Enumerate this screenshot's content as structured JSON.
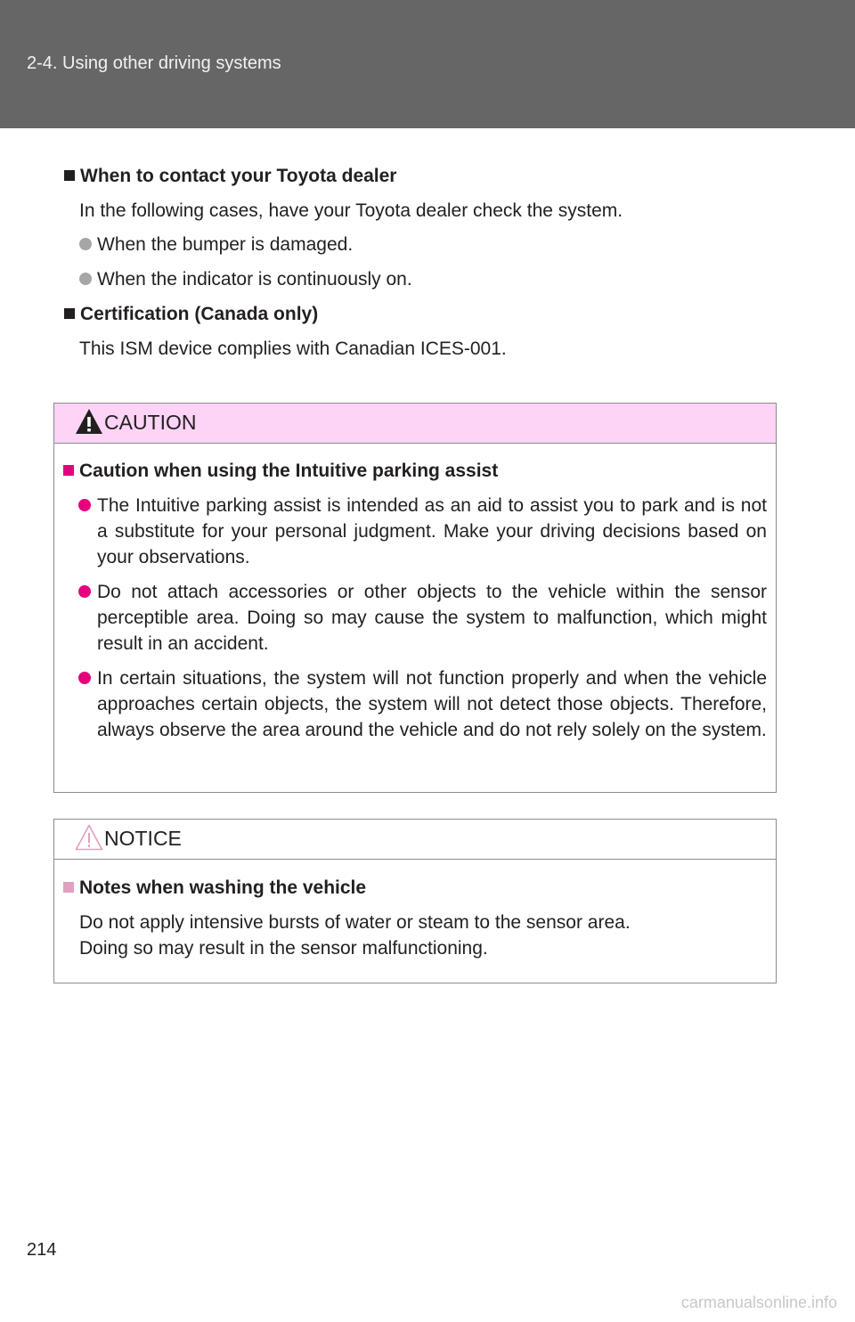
{
  "header": {
    "section_title": "2-4. Using other driving systems"
  },
  "sections": {
    "contact": {
      "heading": "When to contact your Toyota dealer",
      "intro": "In the following cases, have your Toyota dealer check the system.",
      "bullets": [
        "When the bumper is damaged.",
        "When the indicator is continuously on."
      ]
    },
    "certification": {
      "heading": "Certification (Canada only)",
      "text": "This ISM device complies with Canadian ICES-001."
    }
  },
  "caution": {
    "title": "CAUTION",
    "heading": "Caution when using the Intuitive parking assist",
    "items": [
      "The Intuitive parking assist is intended as an aid to assist you to park and is not a substitute for your personal judgment. Make your driving decisions based on your observations.",
      "Do not attach accessories or other objects to the vehicle within the sensor perceptible area. Doing so may cause the system to malfunction, which might result in an accident.",
      "In certain situations, the system will not function properly and when the vehicle approaches certain objects, the system will not detect those objects. Therefore, always observe the area around the vehicle and do not rely solely on the system."
    ]
  },
  "notice": {
    "title": "NOTICE",
    "heading": "Notes when washing the vehicle",
    "lines": [
      "Do not apply intensive bursts of water or steam to the sensor area.",
      "Doing so may result in the sensor malfunctioning."
    ]
  },
  "footer": {
    "page_number": "214",
    "watermark": "carmanualsonline.info"
  },
  "colors": {
    "header_bg": "#666666",
    "caution_header_bg": "#fdd3f6",
    "caution_accent": "#e6007e",
    "border": "#8c8c8c"
  },
  "icons": {
    "caution": "warning-triangle-icon",
    "notice": "warning-triangle-outline-icon"
  }
}
